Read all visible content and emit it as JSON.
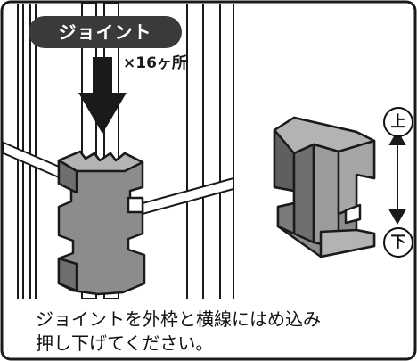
{
  "label": "ジョイント",
  "quantity": "×16ヶ所",
  "direction_up": "上",
  "direction_down": "下",
  "caption_line1": "ジョイントを外枠と横線にはめ込み",
  "caption_line2": "押し下げてください。",
  "colors": {
    "outline": "#1a1a1a",
    "joint_gray": "#8c8c8c",
    "joint_dark": "#5f5f5f",
    "joint_light": "#b3b3b3",
    "pill": "#3a3a3a"
  },
  "icons": [
    "down-arrow-icon",
    "up-down-arrow-icon"
  ]
}
